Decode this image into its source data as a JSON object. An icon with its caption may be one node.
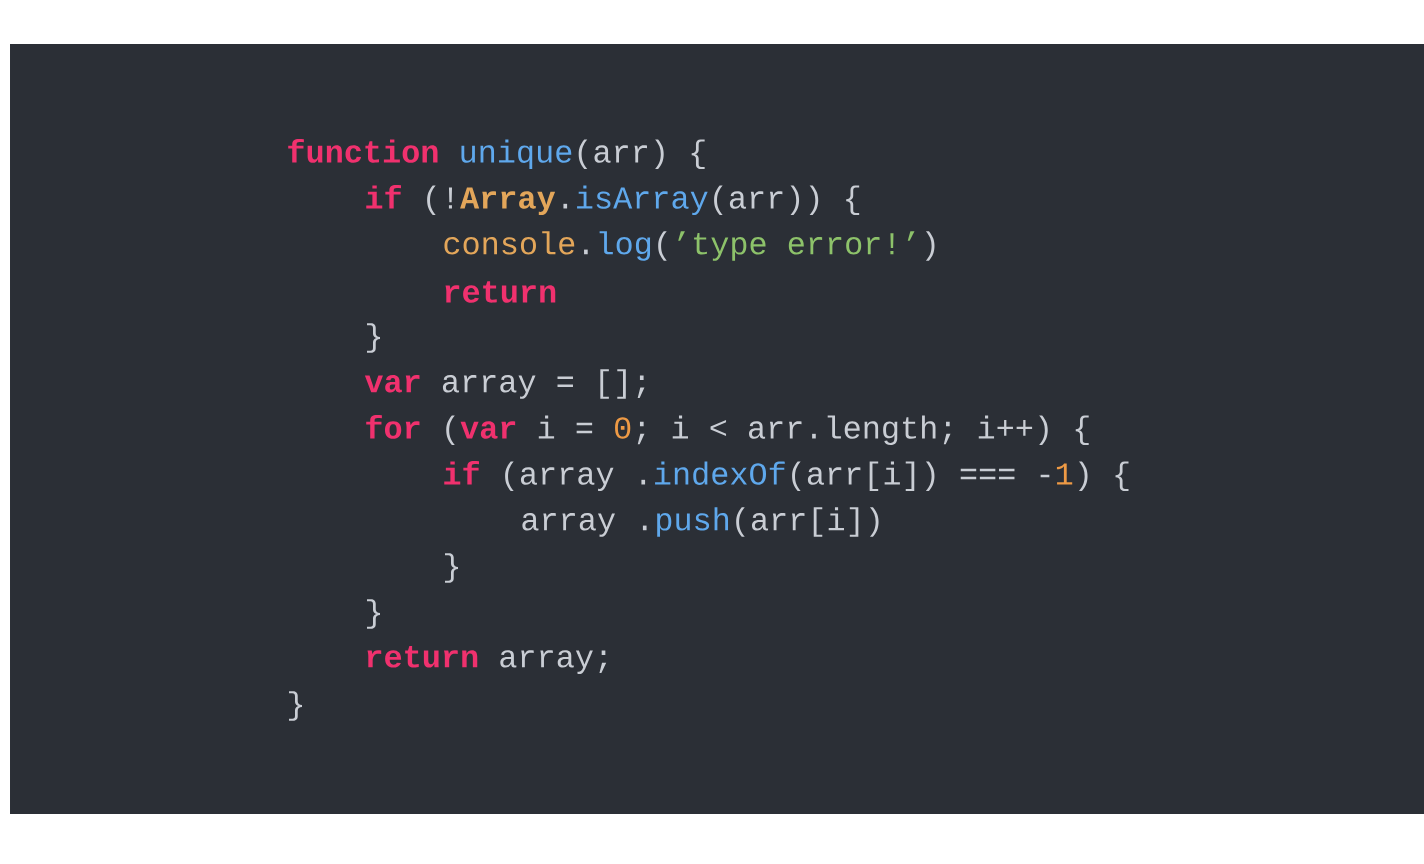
{
  "diagram": {
    "labels": [
      "function unique(arr) {",
      "if (!Array.isArray(arr)) {",
      "console.log(’type error!’)",
      "return",
      "}",
      "var array = [];",
      "for (var i = 0; i < arr.length; i++) {",
      "if (array .indexOf(arr[i]) === -1) {",
      "array .push(arr[i])",
      "}",
      "}",
      "return array;",
      "}"
    ]
  }
}
